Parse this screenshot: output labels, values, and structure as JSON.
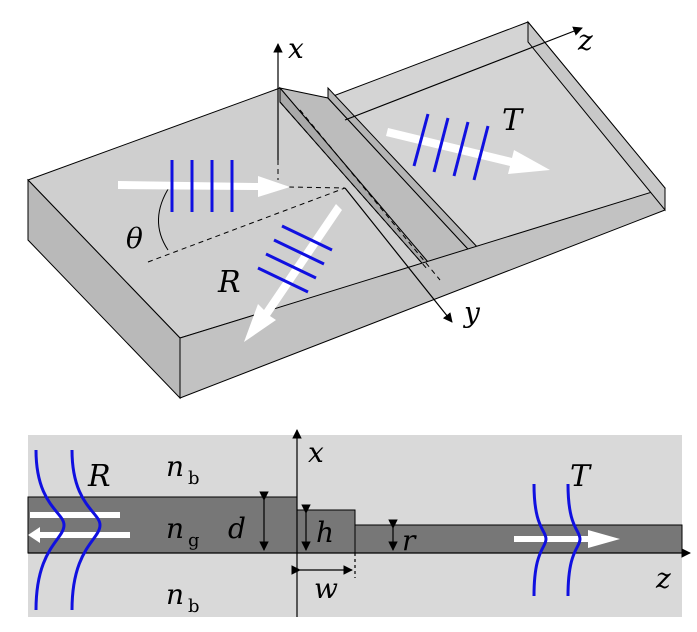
{
  "top_view": {
    "axis_x": "x",
    "axis_y": "y",
    "axis_z": "z",
    "angle": "θ",
    "reflected": "R",
    "transmitted": "T"
  },
  "cross_section": {
    "axis_x": "x",
    "axis_z": "z",
    "reflected": "R",
    "transmitted": "T",
    "cladding_top": {
      "base": "n",
      "sub": "b"
    },
    "cladding_bottom": {
      "base": "n",
      "sub": "b"
    },
    "guide": {
      "base": "n",
      "sub": "g"
    },
    "thickness": "d",
    "step_height": "h",
    "step_width": "w",
    "remaining": "r"
  },
  "colors": {
    "slab_face": "#cfcfcf",
    "cladding": "#d9d9d9",
    "guide": "#777777",
    "wavefront": "#1010e0",
    "arrow": "#ffffff"
  }
}
